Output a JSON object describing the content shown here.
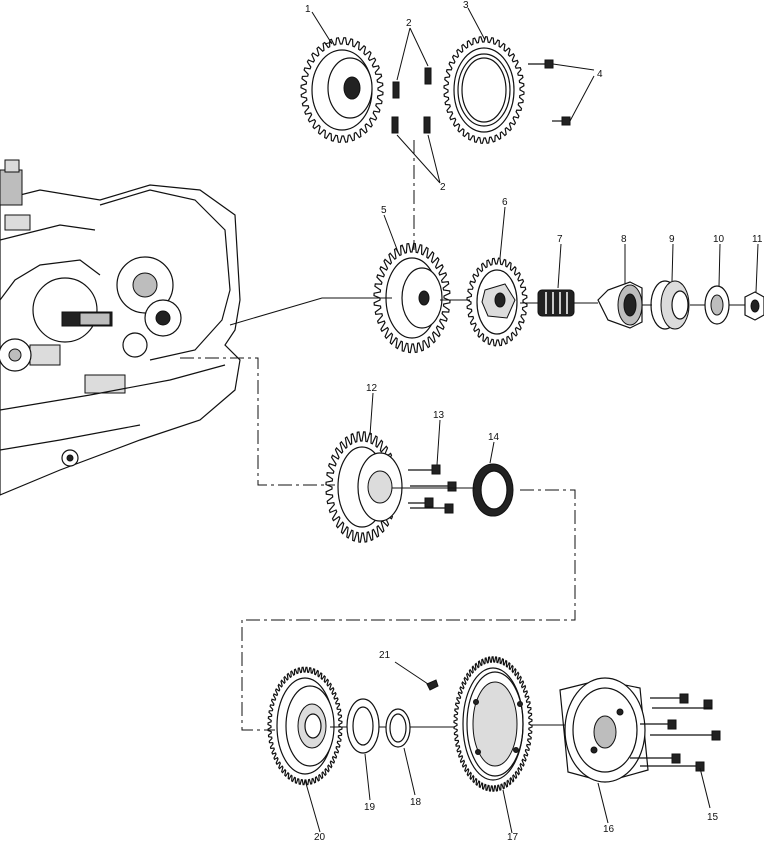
{
  "callouts": [
    {
      "id": "1",
      "label": "1"
    },
    {
      "id": "2a",
      "label": "2"
    },
    {
      "id": "2b",
      "label": "2"
    },
    {
      "id": "3",
      "label": "3"
    },
    {
      "id": "4",
      "label": "4"
    },
    {
      "id": "5",
      "label": "5"
    },
    {
      "id": "6",
      "label": "6"
    },
    {
      "id": "7",
      "label": "7"
    },
    {
      "id": "8",
      "label": "8"
    },
    {
      "id": "9",
      "label": "9"
    },
    {
      "id": "10",
      "label": "10"
    },
    {
      "id": "11",
      "label": "11"
    },
    {
      "id": "12",
      "label": "12"
    },
    {
      "id": "13",
      "label": "13"
    },
    {
      "id": "14",
      "label": "14"
    },
    {
      "id": "15",
      "label": "15"
    },
    {
      "id": "16",
      "label": "16"
    },
    {
      "id": "17",
      "label": "17"
    },
    {
      "id": "18",
      "label": "18"
    },
    {
      "id": "19",
      "label": "19"
    },
    {
      "id": "20",
      "label": "20"
    },
    {
      "id": "21",
      "label": "21"
    }
  ]
}
